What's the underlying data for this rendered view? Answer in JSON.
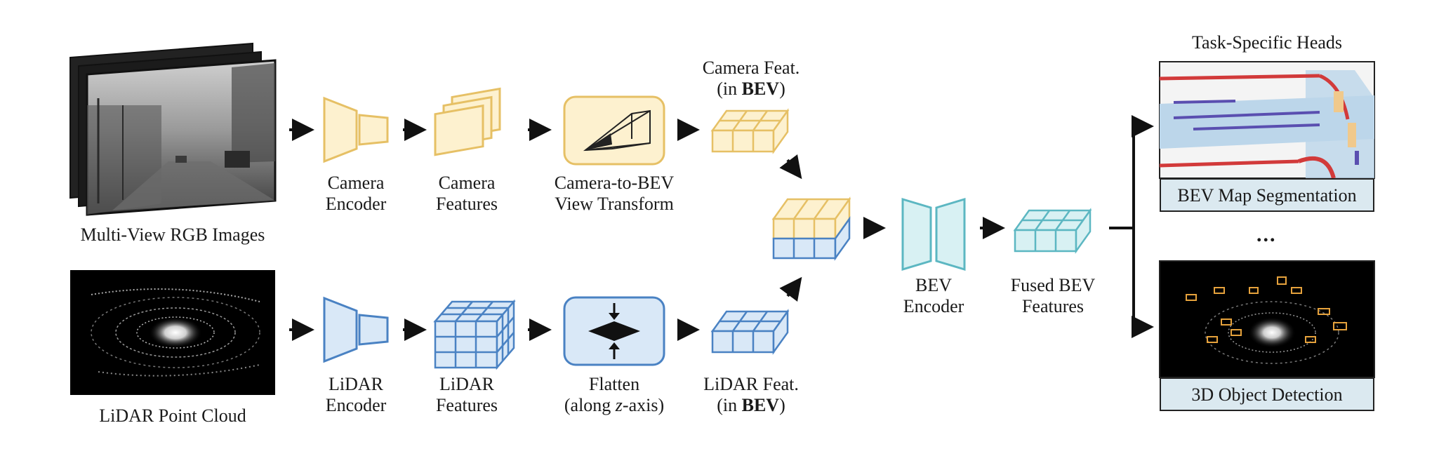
{
  "colors": {
    "camera_fill": "#fdf1cf",
    "camera_stroke": "#e6c065",
    "lidar_fill": "#d9e8f7",
    "lidar_stroke": "#4a82c3",
    "fused_fill": "#d8f1f3",
    "fused_stroke": "#5cb7c2",
    "label_bg": "#dbe9f0",
    "arrow": "#111111"
  },
  "labels": {
    "multi_view_images": "Multi-View RGB Images",
    "lidar_point_cloud": "LiDAR Point Cloud",
    "camera_encoder": [
      "Camera",
      "Encoder"
    ],
    "camera_features": [
      "Camera",
      "Features"
    ],
    "camera_to_bev": [
      "Camera-to-BEV",
      "View Transform"
    ],
    "camera_feat_bev": {
      "line1": "Camera Feat.",
      "prefix": "(in ",
      "bold": "BEV",
      "suffix": ")"
    },
    "lidar_encoder": [
      "LiDAR",
      "Encoder"
    ],
    "lidar_features": [
      "LiDAR",
      "Features"
    ],
    "flatten": {
      "line1": "Flatten",
      "prefix": "(along ",
      "italic": "z",
      "suffix": "-axis)"
    },
    "lidar_feat_bev": {
      "line1": "LiDAR Feat.",
      "prefix": "(in ",
      "bold": "BEV",
      "suffix": ")"
    },
    "bev_encoder": [
      "BEV",
      "Encoder"
    ],
    "fused_bev_features": [
      "Fused BEV",
      "Features"
    ],
    "task_heads_title": "Task-Specific Heads",
    "bev_map_segmentation": "BEV Map Segmentation",
    "ellipsis": "...",
    "object_detection": "3D Object Detection"
  }
}
